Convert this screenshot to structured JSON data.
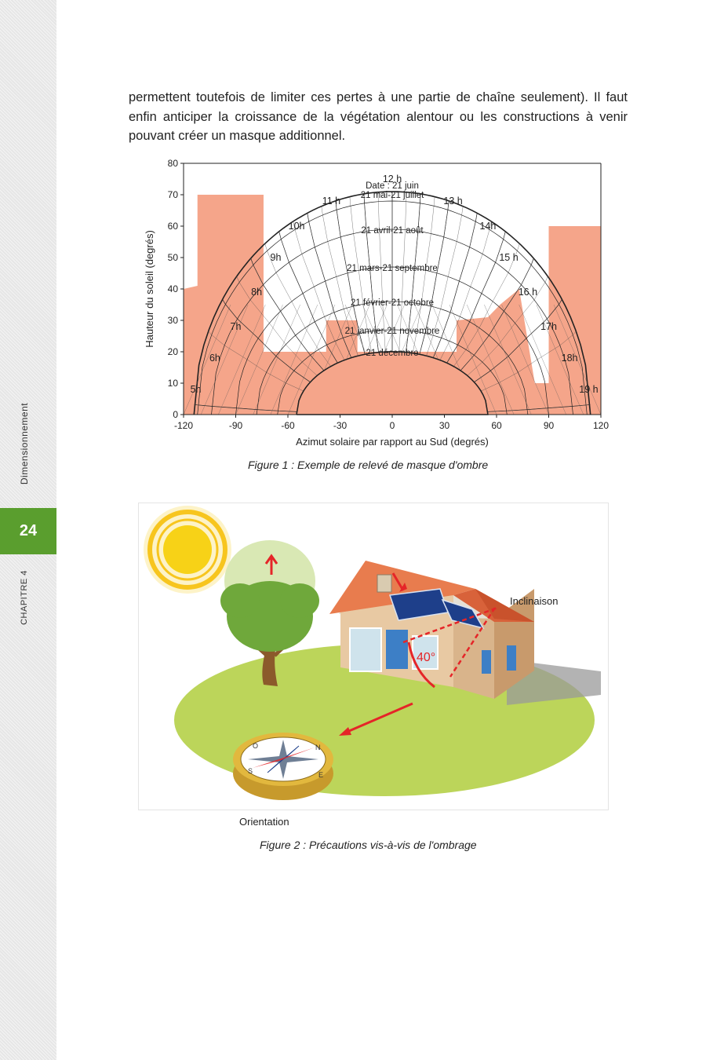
{
  "sidebar": {
    "section": "Dimensionnement",
    "page_number": "24",
    "chapter": "CHAPITRE 4"
  },
  "body_text": "permettent toutefois de limiter ces pertes à une partie de chaîne seulement). Il faut enfin anticiper la croissance de la végétation alentour ou les constructions à venir pouvant créer un masque additionnel.",
  "figure1": {
    "caption": "Figure 1 : Exemple de relevé de masque d'ombre"
  },
  "chart_data": {
    "type": "area",
    "xlabel": "Azimut solaire par rapport au Sud (degrés)",
    "ylabel": "Hauteur du soleil (degrés)",
    "xlim": [
      -120,
      120
    ],
    "ylim": [
      0,
      80
    ],
    "xticks": [
      -120,
      -90,
      -60,
      -30,
      0,
      30,
      60,
      90,
      120
    ],
    "yticks": [
      0,
      10,
      20,
      30,
      40,
      50,
      60,
      70,
      80
    ],
    "grid": false,
    "mask_color": "#f5a58a",
    "mask_profile": {
      "x": [
        -120,
        -112,
        -112,
        -74,
        -74,
        -38,
        -38,
        -20,
        -20,
        20,
        20,
        37,
        37,
        55,
        55,
        62,
        62,
        73,
        73,
        82,
        82,
        90,
        90,
        120
      ],
      "y": [
        40,
        41,
        70,
        70,
        20,
        20,
        30,
        30,
        20,
        20,
        20,
        20,
        30,
        31,
        31,
        35,
        35,
        40,
        40,
        10,
        10,
        10,
        60,
        60
      ]
    },
    "sun_paths": [
      {
        "name": "Date : 21 juin",
        "azimuth_limit": 114,
        "max_elevation": 71
      },
      {
        "name": "21 mai-21 juillet",
        "azimuth_limit": 112,
        "max_elevation": 68
      },
      {
        "name": "21 avril-21 août",
        "azimuth_limit": 104,
        "max_elevation": 59
      },
      {
        "name": "21 mars-21 septembre",
        "azimuth_limit": 90,
        "max_elevation": 47
      },
      {
        "name": "21 février-21 octobre",
        "azimuth_limit": 78,
        "max_elevation": 36
      },
      {
        "name": "21 janvier-21 novembre",
        "azimuth_limit": 66,
        "max_elevation": 27
      },
      {
        "name": "21 décembre",
        "azimuth_limit": 55,
        "max_elevation": 20
      }
    ],
    "hour_labels": [
      {
        "label": "5h",
        "x": -113,
        "y": 7
      },
      {
        "label": "6h",
        "x": -102,
        "y": 17
      },
      {
        "label": "7h",
        "x": -90,
        "y": 27
      },
      {
        "label": "8h",
        "x": -78,
        "y": 38
      },
      {
        "label": "9h",
        "x": -67,
        "y": 49
      },
      {
        "label": "10h",
        "x": -55,
        "y": 59
      },
      {
        "label": "11 h",
        "x": -35,
        "y": 67
      },
      {
        "label": "12 h",
        "x": 0,
        "y": 74
      },
      {
        "label": "13 h",
        "x": 35,
        "y": 67
      },
      {
        "label": "14h",
        "x": 55,
        "y": 59
      },
      {
        "label": "15 h",
        "x": 67,
        "y": 49
      },
      {
        "label": "16 h",
        "x": 78,
        "y": 38
      },
      {
        "label": "17h",
        "x": 90,
        "y": 27
      },
      {
        "label": "18h",
        "x": 102,
        "y": 17
      },
      {
        "label": "19 h",
        "x": 113,
        "y": 7
      }
    ]
  },
  "figure2": {
    "label_inclinaison": "Inclinaison",
    "label_angle": "40°",
    "label_orientation": "Orientation",
    "compass_letters": [
      "O",
      "N",
      "E",
      "S"
    ],
    "caption": "Figure 2 : Précautions vis-à-vis de l'ombrage"
  }
}
